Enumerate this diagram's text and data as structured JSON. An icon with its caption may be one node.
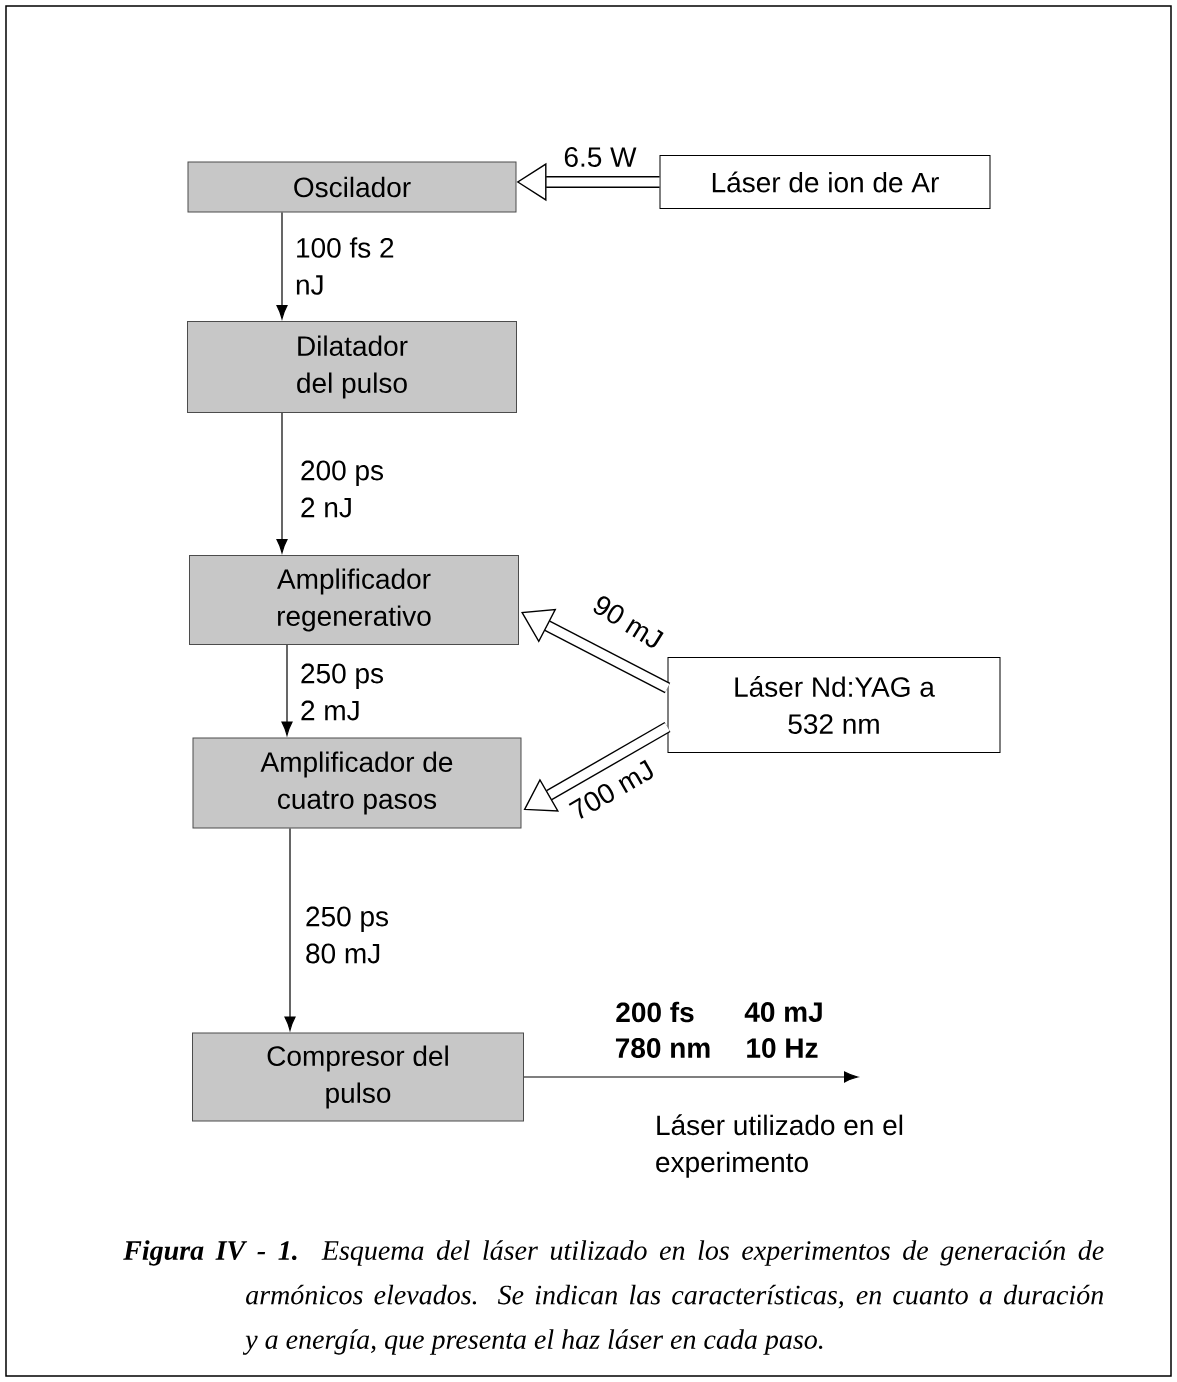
{
  "diagram": {
    "caption": "**Figura IV - 1.** Esquema del láser utilizado en los experimentos de generación de armónicos elevados. Se indican las características, en cuanto a duración y a energía, que presenta el haz láser en cada paso.",
    "nodes": [
      {
        "text": [
          "Oscilador"
        ]
      },
      {
        "text": [
          "Láser de ion de Ar"
        ]
      },
      {
        "text": [
          "Dilatador del pulso"
        ]
      },
      {
        "text": [
          "Amplificador regenerativo"
        ]
      },
      {
        "text": [
          "Láser Nd:YAG a 532 nm"
        ]
      },
      {
        "text": [
          "Amplificador de cuatro pasos"
        ]
      },
      {
        "text": [
          "Compresor del pulso"
        ]
      }
    ],
    "edges": [
      {
        "from": 1,
        "to": 0,
        "arrow": "to",
        "label": "6.5 W",
        "style": "thick"
      },
      {
        "from": 0,
        "to": 2,
        "arrow": "to",
        "label": "100 fs 2 nJ"
      },
      {
        "from": 2,
        "to": 3,
        "arrow": "to",
        "label": "200 ps 2 nJ"
      },
      {
        "from": 3,
        "to": 5,
        "arrow": "to",
        "label": "250 ps 2 mJ"
      },
      {
        "from": 4,
        "to": 3,
        "arrow": "to",
        "label": "90 mJ",
        "style": "thick"
      },
      {
        "from": 4,
        "to": 5,
        "arrow": "to",
        "label": "700 mJ",
        "style": "thick"
      },
      {
        "from": 5,
        "to": 6,
        "arrow": "to",
        "label": "250 ps 80 mJ"
      },
      {
        "from": 6,
        "to": null,
        "arrow": "to",
        "label": "Láser utilizado en el experimento"
      }
    ],
    "labels": [
      "200 fs",
      "40 mJ",
      "780 nm",
      "10 Hz"
    ]
  }
}
